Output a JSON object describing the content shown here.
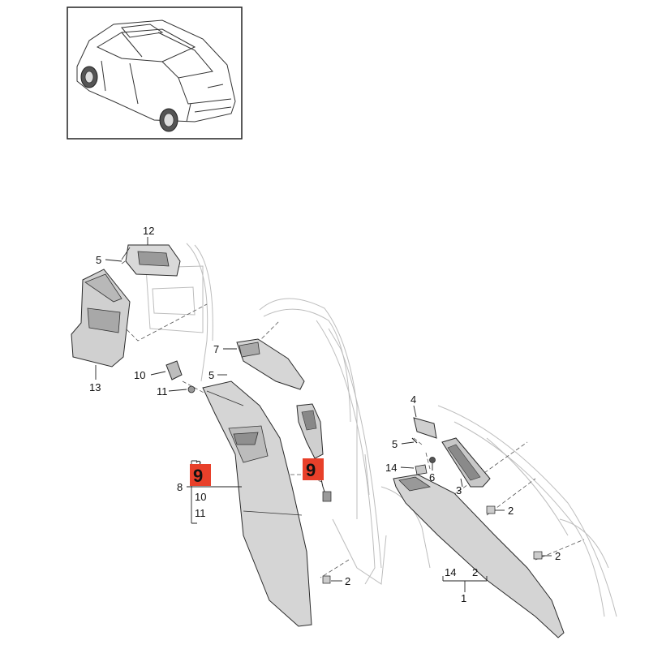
{
  "colors": {
    "highlight": "#e8402a",
    "part_fill": "#d9d9d9",
    "part_dark": "#9a9a9a",
    "line": "#222222"
  },
  "callouts": {
    "c1": "1",
    "c2a": "2",
    "c2b": "2",
    "c2c": "2",
    "c2d": "2",
    "c2e": "2",
    "c3": "3",
    "c4": "4",
    "c5a": "5",
    "c5b": "5",
    "c5c": "5",
    "c6": "6",
    "c7": "7",
    "c8": "8",
    "c10a": "10",
    "c10b": "10",
    "c11a": "11",
    "c11b": "11",
    "c12": "12",
    "c13": "13",
    "c14a": "14",
    "c14b": "14"
  },
  "highlights": {
    "h1": "9",
    "h2": "9"
  }
}
